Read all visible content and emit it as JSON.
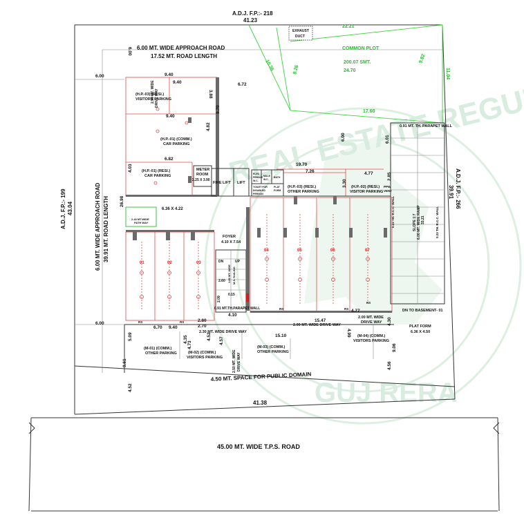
{
  "adj_top": "A.D.J. F.P.:- 218",
  "top_width": "41.23",
  "approach_road_top": "6.00 MT. WIDE APPROACH ROAD",
  "road_length_top": "17.52 MT. ROAD LENGTH",
  "dim_600_left": "6.00",
  "dim_600_top": "6.00",
  "exhaust_duct": [
    "EXHAUST",
    "DUCT"
  ],
  "common_plot": {
    "label": "COMMON PLOT",
    "area": "200.07 SMT.",
    "d1": "22.21",
    "d2": "10.36",
    "d3": "8.26",
    "d4": "24.70",
    "d5": "9.82",
    "d6": "11.04",
    "d7": "17.60"
  },
  "left_side": {
    "adj": "A.D.J. F.P.:- 199",
    "width": "43.04",
    "road": "6.00 MT. WIDE APPROACH ROAD",
    "road_length": "39.91 MT. ROAD LENGTH",
    "dim": "26.98"
  },
  "right_side": {
    "adj": "A.D.J. F.P.:- 266",
    "width": "39.91"
  },
  "dims": {
    "d940a": "9.40",
    "d940b": "9.40",
    "d940c": "9.40",
    "d672": "6.72",
    "d388": "3.88",
    "d970": "9.70",
    "d482": "4.82",
    "d682": "6.82",
    "d403": "4.03",
    "d1970": "19.70",
    "d726": "7.26",
    "d600": "6.00",
    "d601": "6.01",
    "d477a": "4.77",
    "d477b": "4.77",
    "d330": "3.30",
    "d285": "2.85",
    "d1547": "15.47",
    "d670": "6.70",
    "d270": "2.70",
    "d410": "4.10",
    "d1510": "15.10",
    "d499": "4.99",
    "d509": "5.09",
    "d435": "4.35",
    "d473": "4.73",
    "d452": "4.52",
    "d457": "4.57",
    "d961": "9.61",
    "d452b": "4.52",
    "d430": "4.30",
    "d906": "9.06",
    "d456": "4.56",
    "d4138": "41.38",
    "d280": "2.80",
    "d209": "2.09"
  },
  "rooms": {
    "hp03": [
      "(H.P.-03) (RESI.)",
      "VISITORS PARKING"
    ],
    "ramp_top": [
      "2.90 MT. WIDE",
      "DRIVE WAY"
    ],
    "hp01_comm": [
      "(H.P.-01) (COMM.)",
      "CAR PARKING"
    ],
    "hp01_resi": [
      "(H.P.-01) (RESI.)",
      "CAR PARKING"
    ],
    "meter_room": [
      "METER",
      "ROOM",
      "2.25 X 3.90"
    ],
    "fire_lift": "FIRE LIFT",
    "lift": "LIFT",
    "female_wc": [
      "ELEC",
      "FEMALE",
      "W.C."
    ],
    "male_wc": [
      "MALE",
      "W.C."
    ],
    "bath": [
      "BATH"
    ],
    "toilet_disabled": [
      "TOILET FOR",
      "DISABLED",
      "PERSON"
    ],
    "platform_small": [
      "PLAT",
      "FORM"
    ],
    "hp03_resi": [
      "(H.P.-03) (RESI.)",
      "OTHER PARKING"
    ],
    "hp02_resi": [
      "(H.P.-02) (RESI.)",
      "VISITOR PARKING"
    ],
    "ppw": [
      "PPW",
      "VENT"
    ],
    "parapet_top": "0.91 MT. TH. PARAPET WALL",
    "slope": [
      "SLOPE 1:7",
      "6.00 MT. WIDE RAMP",
      "33.21"
    ],
    "rcc_wall": "0.23 TH. R.C.C. WALL",
    "rcc_wall2": "0.23 TH. R.C.C. WALL",
    "area_636": "6.36 X 4.22",
    "path_way": [
      "2.43 MT.WIDE",
      "PATH WAY"
    ],
    "foyer": [
      "FOYER",
      "4.10 X 7.54"
    ],
    "stairs": [
      "DN",
      "UP",
      "2.60",
      "M.S. RAILING",
      "1.85 MT. WIDE",
      "0.15"
    ],
    "parapet_bottom": "0.91 MT.TH.PARAPET WALL",
    "basement": "DN TO BASEMENT- 01",
    "platform": [
      "PLAT FORM",
      "6.36 X 4.50"
    ],
    "driveway_230": "2.30 MT. WIDE DRIVE WAY",
    "driveway_200": "2.00 MT. WIDE DRIVE WAY",
    "driveway_200b": [
      "2.00 MT. WIDE",
      "DRIVE WAY"
    ],
    "driveway_vert": [
      "2.50 MT. WIDE",
      "DRIVE WAY"
    ],
    "m01": [
      "(M-01) (COMM.)",
      "OTHER PARKING"
    ],
    "m02": [
      "(M-02) (COMM.)",
      "VISITORS PARKING"
    ],
    "m03": [
      "(M-03) (COMM.)",
      "OTHER PARKING"
    ],
    "m04": [
      "(M-04) (COMM.)",
      "VISITORS PARKING"
    ],
    "shops_left": [
      "01",
      "02",
      "03"
    ],
    "shops_right": [
      "04",
      "05",
      "06",
      "07"
    ],
    "rs": "RS"
  },
  "public_domain": "4.50  MT. SPACE FOR PUBLIC DOMAIN",
  "tps_road": "45.00 MT. WIDE T.P.S. ROAD",
  "watermark": {
    "top": "REAL ESTATE REGULATORY AUTHORITY",
    "bottom": "GUJ RERA"
  },
  "colors": {
    "line": "#333333",
    "red": "#e04a4a",
    "green": "#22c02a",
    "watermark": "#d8ece0"
  }
}
